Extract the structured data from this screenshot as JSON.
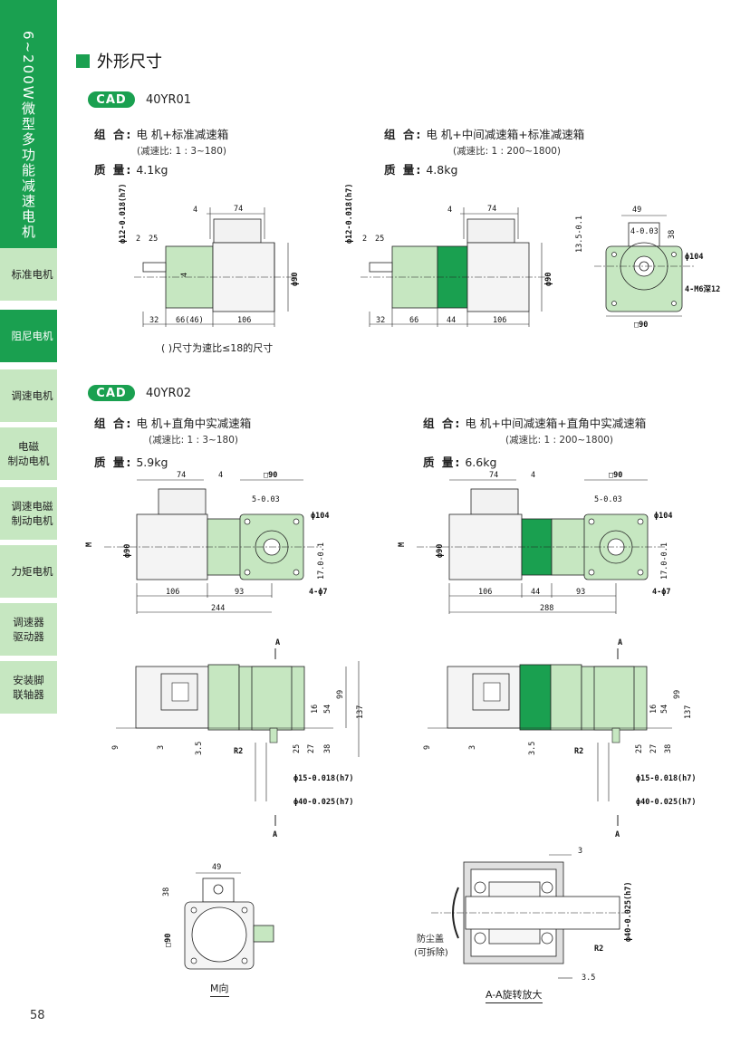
{
  "sidebar": {
    "title": "6~200W微型多功能减速电机",
    "tabs": [
      {
        "lines": [
          "标准电机"
        ],
        "active": false
      },
      {
        "lines": [
          "阻尼电机"
        ],
        "active": true
      },
      {
        "lines": [
          "调速电机"
        ],
        "active": false
      },
      {
        "lines": [
          "电磁",
          "制动电机"
        ],
        "active": false
      },
      {
        "lines": [
          "调速电磁",
          "制动电机"
        ],
        "active": false
      },
      {
        "lines": [
          "力矩电机"
        ],
        "active": false
      },
      {
        "lines": [
          "调速器",
          "驱动器"
        ],
        "active": false
      },
      {
        "lines": [
          "安装脚",
          "联轴器"
        ],
        "active": false
      }
    ]
  },
  "page_number": "58",
  "section_title": "外形尺寸",
  "colors": {
    "accent": "#1aa050",
    "light_green": "#c6e7c1",
    "gearbox_dark": "#1aa050"
  },
  "blocks": [
    {
      "badge": "CAD",
      "model": "40YR01",
      "left": {
        "combo_label": "组 合:",
        "combo": "电 机+标准减速箱",
        "ratio": "(减速比: 1 : 3~180)",
        "mass_label": "质 量:",
        "mass": "4.1kg"
      },
      "right": {
        "combo_label": "组 合:",
        "combo": "电 机+中间减速箱+标准减速箱",
        "ratio": "(减速比: 1 : 200~1800)",
        "mass_label": "质 量:",
        "mass": "4.8kg"
      },
      "note": "( )尺寸为速比≤18的尺寸"
    },
    {
      "badge": "CAD",
      "model": "40YR02",
      "left": {
        "combo_label": "组 合:",
        "combo": "电 机+直角中实减速箱",
        "ratio": "(减速比: 1 : 3~180)",
        "mass_label": "质 量:",
        "mass": "5.9kg"
      },
      "right": {
        "combo_label": "组 合:",
        "combo": "电 机+中间减速箱+直角中实减速箱",
        "ratio": "(减速比: 1 : 200~1800)",
        "mass_label": "质 量:",
        "mass": "6.6kg"
      }
    }
  ],
  "dims": {
    "d1": {
      "top_a": "4",
      "top_b": "74",
      "left_shaft": "ϕ12-0.018(h7)",
      "key_a": "2",
      "key_b": "25",
      "key_w": "4",
      "body_dia": "ϕ90",
      "b1": "32",
      "b2": "66(46)",
      "b3": "106"
    },
    "d2": {
      "top_a": "4",
      "top_b": "74",
      "left_shaft": "ϕ12-0.018(h7)",
      "key_a": "2",
      "key_b": "25",
      "body_dia": "ϕ90",
      "b1": "32",
      "b2": "66",
      "b3": "44",
      "b4": "106"
    },
    "d3": {
      "w": "49",
      "key_w": "4-0.03",
      "h": "13.5-0.1",
      "h2": "38",
      "pcd": "ϕ104",
      "holes": "4-M6深12",
      "sq": "□90"
    },
    "d4": {
      "t1": "74",
      "t2": "4",
      "sq": "□90",
      "key": "5-0.03",
      "pcd": "ϕ104",
      "side": "ϕ90",
      "m": "M",
      "bot1": "106",
      "bot2": "93",
      "total": "244",
      "h": "17.0-0.1",
      "holes": "4-ϕ7"
    },
    "d5": {
      "t1": "74",
      "t2": "4",
      "sq": "□90",
      "key": "5-0.03",
      "pcd": "ϕ104",
      "side": "ϕ90",
      "m": "M",
      "bot1": "106",
      "bot2": "44",
      "bot3": "93",
      "total": "288",
      "h": "17.0-0.1",
      "holes": "4-ϕ7"
    },
    "d6": {
      "a": "A",
      "v16": "16",
      "v54": "54",
      "v99": "99",
      "v137": "137",
      "v9": "9",
      "v3": "3",
      "v35": "3.5",
      "r2": "R2",
      "v25": "25",
      "v27": "27",
      "v38": "38",
      "shaft1": "ϕ15-0.018(h7)",
      "shaft2": "ϕ40-0.025(h7)"
    },
    "d7": {
      "w": "49",
      "h": "38",
      "sq": "□90",
      "caption": "M向"
    },
    "d8": {
      "v3": "3",
      "shaft": "ϕ40-0.025(h7)",
      "r2": "R2",
      "v35": "3.5",
      "dust": "防尘盖",
      "dust2": "(可拆除)",
      "caption": "A-A旋转放大"
    }
  }
}
